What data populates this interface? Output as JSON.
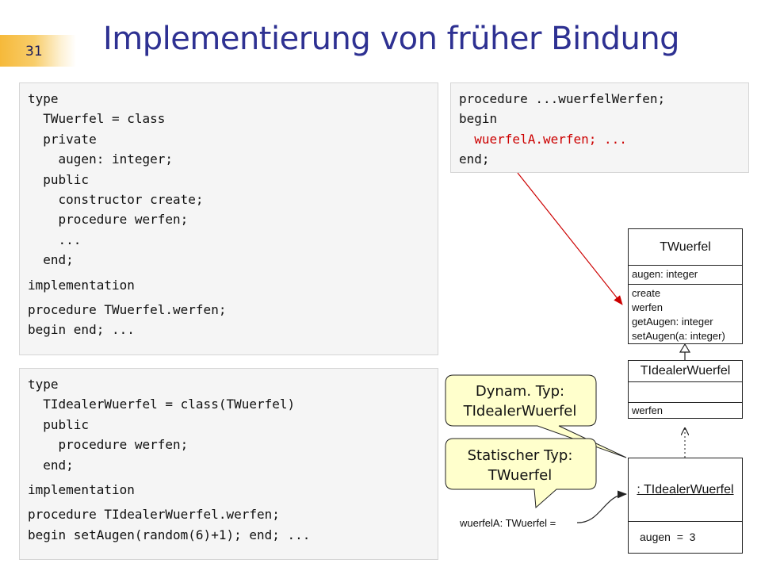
{
  "page_number": "31",
  "title": "Implementierung von früher Bindung",
  "code_twuerfel": [
    "type",
    "  TWuerfel = class",
    "  private",
    "    augen: integer;",
    "  public",
    "    constructor create;",
    "    procedure werfen;",
    "    ...",
    "  end;",
    "implementation",
    "procedure TWuerfel.werfen;",
    "begin end; ..."
  ],
  "code_tidealer": [
    "type",
    "  TIdealerWuerfel = class(TWuerfel)",
    "  public",
    "    procedure werfen;",
    "  end;",
    "implementation",
    "procedure TIdealerWuerfel.werfen;",
    "begin setAugen(random(6)+1); end; ..."
  ],
  "code_proc": [
    "procedure ...wuerfelWerfen;",
    "begin",
    "  wuerfelA.werfen; ...",
    "end;"
  ],
  "uml": {
    "twuerfel": {
      "name": "TWuerfel",
      "attributes": [
        "augen: integer"
      ],
      "methods": [
        "create",
        "werfen",
        "getAugen: integer",
        "setAugen(a: integer)"
      ]
    },
    "tidealer": {
      "name": "TIdealerWuerfel",
      "methods": [
        "werfen"
      ]
    },
    "object": {
      "name": ": TIdealerWuerfel",
      "value": "augen  =  3"
    },
    "reference": "wuerfelA: TWuerfel  ="
  },
  "callouts": {
    "dynamic": [
      "Dynam. Typ:",
      "TIdealerWuerfel"
    ],
    "static": [
      "Statischer Typ:",
      "TWuerfel"
    ]
  },
  "colors": {
    "title": "#2e3192",
    "highlight": "#cc0000",
    "callout_fill": "#ffffcc"
  }
}
